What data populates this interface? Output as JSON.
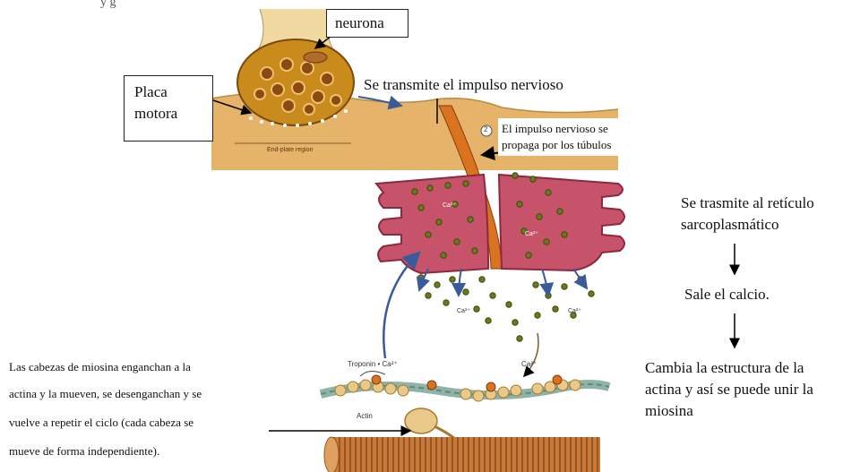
{
  "colors": {
    "terminal_fill": "#c98b1c",
    "terminal_outline": "#7a4a0a",
    "membrane": "#e6b36a",
    "tubule": "#d9731f",
    "reticulum_fill": "#c7536a",
    "reticulum_outline": "#8a2a3d",
    "calcium_dot": "#6b7a1e",
    "filament": "#8fb3a8",
    "myosin_head": "#e8c98a",
    "fiber": "#c77a3a",
    "arrow_blue": "#3a5a9a"
  },
  "labels": {
    "top_cut": "y g",
    "neurona": "neurona",
    "placa_line1": "Placa",
    "placa_line2": "motora",
    "transmite": "Se transmite el impulso nervioso",
    "tubulos_line1": "El impulso nervioso se",
    "tubulos_line2": "propaga por los túbulos",
    "reticulo_line1": "Se trasmite al retículo",
    "reticulo_line2": "sarcoplasmático",
    "calcio": "Sale el calcio.",
    "estructura_line1": "Cambia la estructura de la",
    "estructura_line2": "actina y así se puede unir la",
    "estructura_line3": "miosina",
    "miosina_line1": "Las cabezas de miosina enganchan a la",
    "miosina_line2": "actina  y la mueven, se desenganchan y se",
    "miosina_line3": "vuelve a repetir el ciclo (cada cabeza se",
    "miosina_line4": "mueve de forma  independiente).",
    "end_plate": "End-plate region",
    "troponin": "Troponin • Ca²⁺",
    "actin": "Actin",
    "ca1": "Ca²⁺",
    "ca_right_stack": "Ca²⁺",
    "ca_bottom": "Ca²⁺",
    "ca_bottom_right": "Ca²⁺",
    "ca_filament": "Ca²⁺",
    "marker": "2"
  },
  "icons": {
    "arrows": "arrow-icon",
    "calcium": "calcium-dot-icon"
  }
}
